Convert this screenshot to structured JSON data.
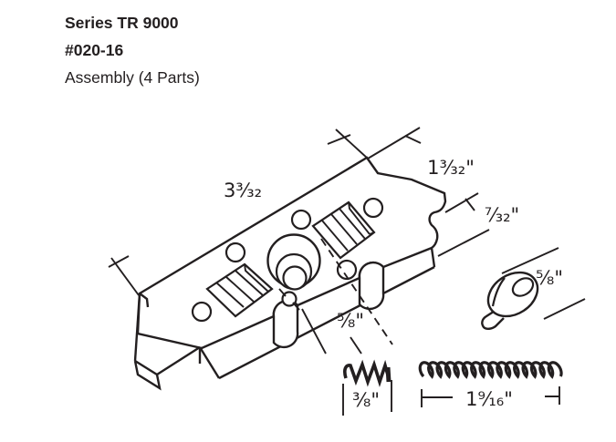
{
  "title": {
    "line1": "Series TR 9000",
    "line2": "#020-16",
    "line3": "Assembly (4 Parts)"
  },
  "colors": {
    "ink": "#231f20",
    "paper": "#ffffff"
  },
  "dimensions": {
    "plate_length": "3³⁄₃₂",
    "end_tab": "1³⁄₃₂\"",
    "hook_width": "⁷⁄₃₂\"",
    "flange": "⁵⁄₈\"",
    "button": "⁵⁄₈\"",
    "small_spring": "³⁄₈\"",
    "large_spring": "1⁹⁄₁₆\""
  }
}
